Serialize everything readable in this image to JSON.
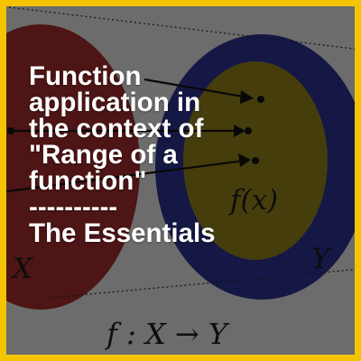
{
  "title_lines": [
    "Function",
    "application in",
    "the context of",
    "\"Range of a",
    "function\"",
    "----------",
    "The Essentials"
  ],
  "diagram": {
    "domain_label": "X",
    "codomain_label": "Y",
    "range_label": "f(x)",
    "mapping_label": "f : X → Y"
  },
  "colors": {
    "frame": "#f5c400",
    "domain_fill": "#9a2b2b",
    "codomain_fill": "#2a2f8a",
    "range_fill": "#8b7d18"
  }
}
